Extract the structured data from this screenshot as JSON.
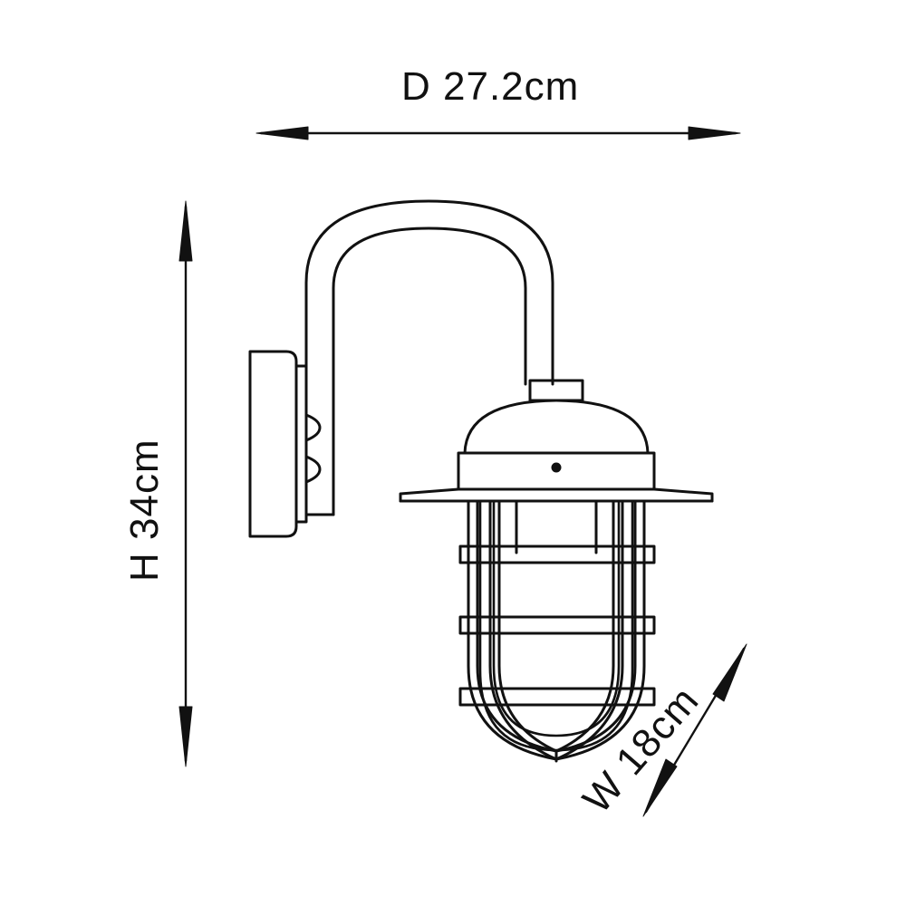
{
  "drawing": {
    "title": "Wall lamp technical dimension drawing",
    "subject": "outdoor caged wall light with curved arm",
    "line_color": "#111111",
    "background_color": "#ffffff"
  },
  "dimensions": {
    "depth": {
      "label": "D 27.2cm",
      "value": 27.2,
      "unit": "cm",
      "axis": "horizontal",
      "position": "top"
    },
    "height": {
      "label": "H 34cm",
      "value": 34,
      "unit": "cm",
      "axis": "vertical",
      "position": "left"
    },
    "width": {
      "label": "W 18cm",
      "value": 18,
      "unit": "cm",
      "axis": "diagonal",
      "position": "bottom-right"
    }
  },
  "parts": {
    "wall_plate": "wall-mount-backplate",
    "arm": "curved-swan-neck-arm",
    "collar": "neck-collar",
    "dome": "dome-shade-top",
    "band": "shade-band",
    "screw": "band-screw",
    "brim": "flared-shade-brim",
    "cage": "protective-cage",
    "glass": "glass-tube-diffuser",
    "rings": "cage-rings"
  }
}
